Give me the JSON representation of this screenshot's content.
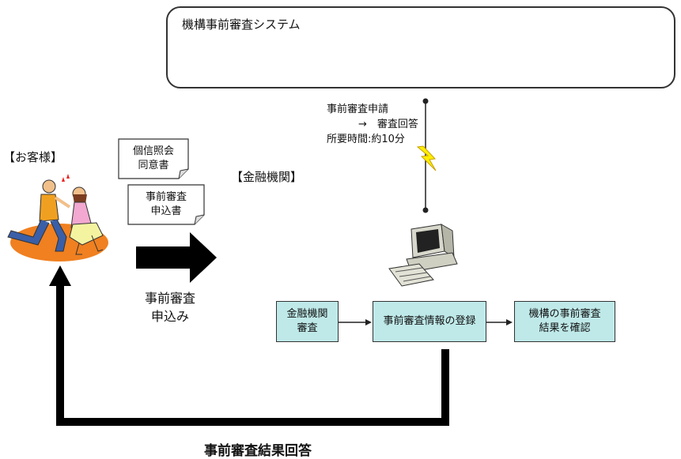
{
  "system": {
    "title": "機構事前審査システム"
  },
  "request_note": {
    "line1": "事前審査申請",
    "line2": "→　審査回答",
    "line3": "所要時間:約10分"
  },
  "customer": {
    "label": "【お客様】"
  },
  "financial_institution": {
    "label": "【金融機関】"
  },
  "documents": {
    "consent": [
      "個信照会",
      "同意書"
    ],
    "application": [
      "事前審査",
      "申込書"
    ]
  },
  "apply": {
    "line1": "事前審査",
    "line2": "申込み"
  },
  "steps": [
    {
      "line1": "金融機関",
      "line2": "審査"
    },
    {
      "line1": "事前審査情報の登録",
      "line2": ""
    },
    {
      "line1": "機構の事前審査",
      "line2": "結果を確認"
    }
  ],
  "result": {
    "label": "事前審査結果回答"
  },
  "colors": {
    "highlight": "#ffff00",
    "step_fill": "#bfe9e9",
    "customer_ground": "#f08020"
  }
}
